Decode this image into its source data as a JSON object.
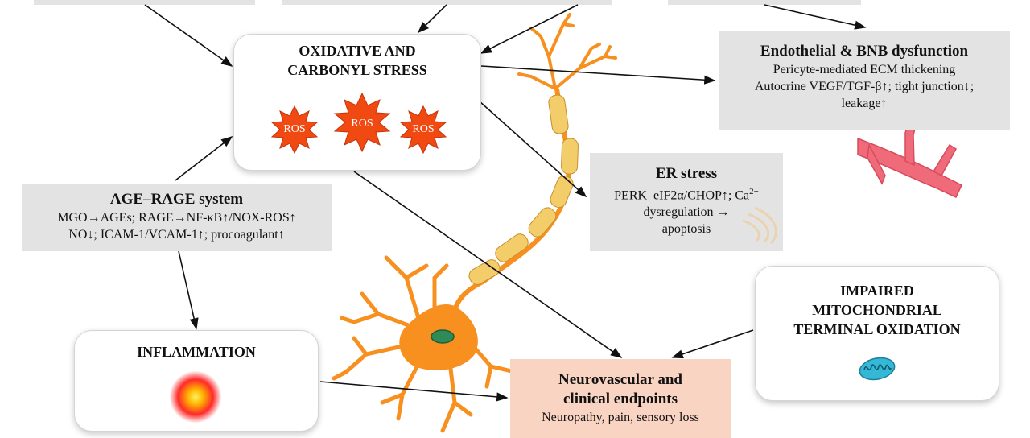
{
  "colors": {
    "grey_box": "#e3e3e3",
    "peach_box": "#f9d4c3",
    "neuron_orange": "#f7901e",
    "axon_yellow": "#f3cd6a",
    "ros_red": "#f04a12",
    "nucleus_green": "#2e8b57",
    "vessel_pink": "#f06b7a",
    "mito_cyan": "#35b8d6"
  },
  "oxidative": {
    "title_line1": "OXIDATIVE AND",
    "title_line2": "CARBONYL STRESS",
    "ros": [
      "ROS",
      "ROS",
      "ROS"
    ]
  },
  "endothelial": {
    "title": "Endothelial & BNB dysfunction",
    "line1": "Pericyte-mediated ECM thickening",
    "line2": "Autocrine VEGF/TGF-β↑; tight junction↓;",
    "line3": "leakage↑"
  },
  "er_stress": {
    "title": "ER stress",
    "line1": "PERK–eIF2α/CHOP↑; Ca",
    "line1_sup": "2+",
    "line2": "dysregulation →",
    "line3": "apoptosis"
  },
  "age_rage": {
    "title": "AGE–RAGE system",
    "line1": "MGO→AGEs; RAGE→NF-κB↑/NOX-ROS↑",
    "line2": "NO↓; ICAM-1/VCAM-1↑; procoagulant↑"
  },
  "inflammation": {
    "title": "INFLAMMATION"
  },
  "mitochondrial": {
    "line1": "IMPAIRED",
    "line2": "MITOCHONDRIAL",
    "line3": "TERMINAL OXIDATION"
  },
  "endpoints": {
    "title_line1": "Neurovascular and",
    "title_line2": "clinical endpoints",
    "line1": "Neuropathy, pain, sensory loss"
  },
  "icons": [
    "ros-burst-icon",
    "inflammation-glow-icon",
    "mitochondrion-icon",
    "blood-vessel-icon",
    "er-membrane-icon",
    "neuron-illustration"
  ]
}
